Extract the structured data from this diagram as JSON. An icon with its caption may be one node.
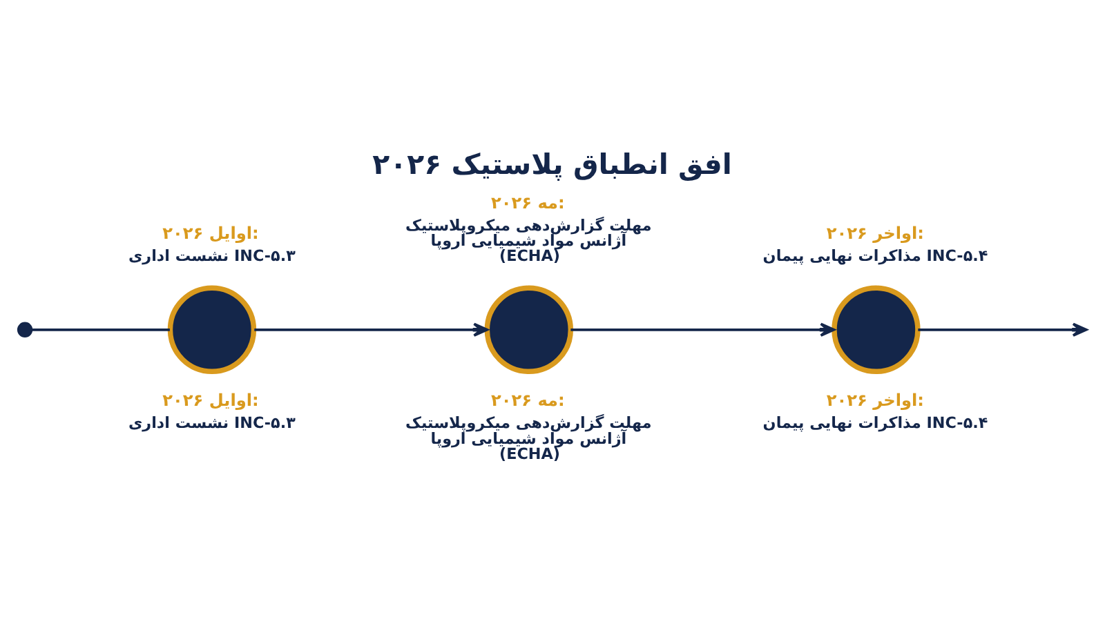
{
  "diagram": {
    "title": "افق انطباق پلاستیک ۲۰۲۶",
    "nodes": [
      {
        "text": [],
        "shape": "circle"
      },
      {
        "text": [],
        "shape": "circle",
        "beside": [
          "اوایل ۲۰۲۶:",
          "نشست اداری INC-۵.۳",
          "اوایل ۲۰۲۶:",
          "نشست اداری INC-۵.۳"
        ]
      },
      {
        "text": [],
        "shape": "circle",
        "beside": [
          "مه ۲۰۲۶:",
          "مهلت گزارش‌دهی میکروپلاستیک آژانس مواد شیمیایی اروپا (ECHA)",
          "مه ۲۰۲۶:",
          "مهلت گزارش‌دهی میکروپلاستیک آژانس مواد شیمیایی اروپا (ECHA)"
        ]
      },
      {
        "text": [],
        "shape": "circle",
        "beside": [
          "اواخر ۲۰۲۶:",
          "مذاکرات نهایی پیمان INC-۵.۴",
          "اواخر ۲۰۲۶:",
          "مذاکرات نهایی پیمان INC-۵.۴"
        ]
      }
    ],
    "edges": [
      {
        "from": 0,
        "to": 1,
        "arrow": "none"
      },
      {
        "from": 1,
        "to": 2,
        "arrow": "to"
      },
      {
        "from": 2,
        "to": 3,
        "arrow": "to"
      },
      {
        "from": 3,
        "to": null,
        "arrow": "to"
      }
    ]
  }
}
